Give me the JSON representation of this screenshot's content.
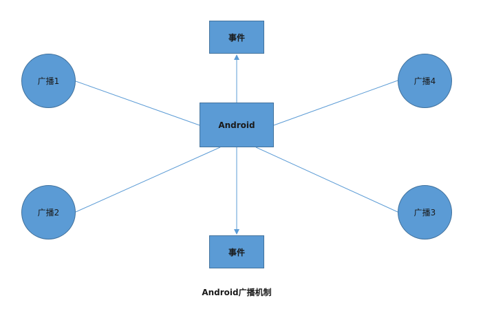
{
  "diagram": {
    "center": "Android",
    "event_top": "事件",
    "event_bottom": "事件",
    "broadcast_1": "广播1",
    "broadcast_2": "广播2",
    "broadcast_3": "广播3",
    "broadcast_4": "广播4",
    "caption": "Android广播机制"
  },
  "colors": {
    "fill": "#5b9bd5",
    "border": "#41719c",
    "line": "#5b9bd5"
  }
}
